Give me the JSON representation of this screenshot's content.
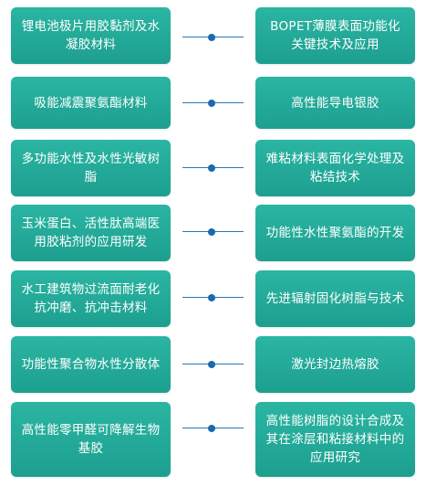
{
  "rows": [
    {
      "left": "锂电池极片用胶黏剂及水凝胶材料",
      "right": "BOPET薄膜表面功能化关键技术及应用"
    },
    {
      "left": "吸能减震聚氨酯材料",
      "right": "高性能导电银胶"
    },
    {
      "left": "多功能水性及水性光敏树脂",
      "right": "难粘材料表面化学处理及粘结技术"
    },
    {
      "left": "玉米蛋白、活性肽高端医用胶粘剂的应用研发",
      "right": "功能性水性聚氨酯的开发"
    },
    {
      "left": "水工建筑物过流面耐老化抗冲磨、抗冲击材料",
      "right": "先进辐射固化树脂与技术"
    },
    {
      "left": "功能性聚合物水性分散体",
      "right": "激光封边热熔胶"
    },
    {
      "left": "高性能零甲醛可降解生物基胶",
      "right": "高性能树脂的设计合成及其在涂层和粘接材料中的应用研究"
    }
  ]
}
